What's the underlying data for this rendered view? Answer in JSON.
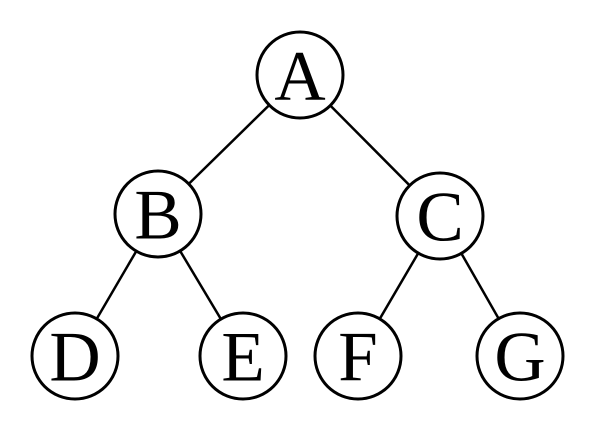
{
  "tree": {
    "description": "binary tree diagram",
    "nodes": [
      {
        "id": "A",
        "label": "A"
      },
      {
        "id": "B",
        "label": "B"
      },
      {
        "id": "C",
        "label": "C"
      },
      {
        "id": "D",
        "label": "D"
      },
      {
        "id": "E",
        "label": "E"
      },
      {
        "id": "F",
        "label": "F"
      },
      {
        "id": "G",
        "label": "G"
      }
    ],
    "edges": [
      {
        "from": "A",
        "to": "B"
      },
      {
        "from": "A",
        "to": "C"
      },
      {
        "from": "B",
        "to": "D"
      },
      {
        "from": "B",
        "to": "E"
      },
      {
        "from": "C",
        "to": "F"
      },
      {
        "from": "C",
        "to": "G"
      }
    ]
  },
  "colors": {
    "stroke": "#000000",
    "node_fill": "#ffffff",
    "background": "#ffffff"
  }
}
